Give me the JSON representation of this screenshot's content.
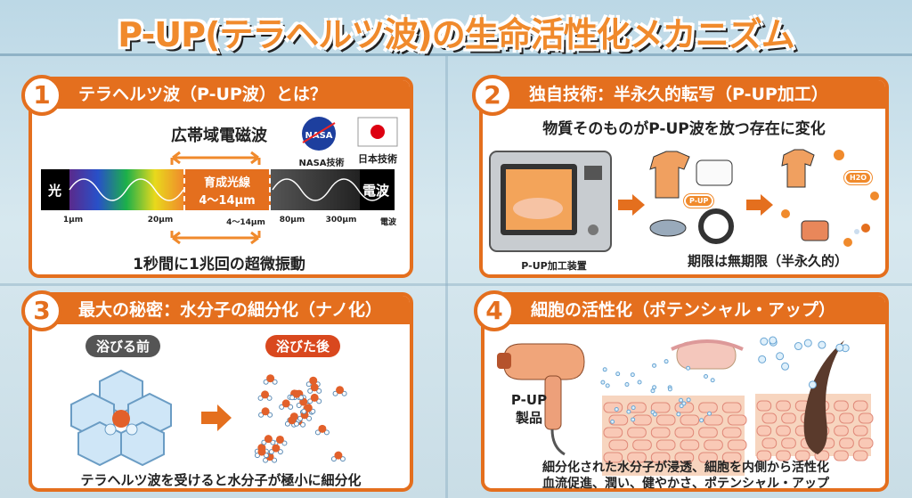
{
  "title": "P-UP(テラヘルツ波)の生命活性化メカニズム",
  "panels": [
    {
      "number": "1",
      "heading": "テラヘルツ波（P-UP波）とは？",
      "band_title": "広帯域電磁波",
      "logos": {
        "nasa": "NASA",
        "nasa_label": "NASA技術",
        "japan_label": "日本技術"
      },
      "spectrum": {
        "left": "光",
        "right": "電波",
        "center_title": "育成光線",
        "center_range": "4〜14μm",
        "ticks": [
          "1μm",
          "20μm",
          "4〜14μm",
          "80μm",
          "300μm",
          "電波"
        ]
      },
      "caption": "1秒間に1兆回の超微振動"
    },
    {
      "number": "2",
      "heading": "独自技術：半永久的転写（P-UP加工）",
      "subtitle": "物質そのものがP-UP波を放つ存在に変化",
      "device_label": "P-UP加工装置",
      "caption": "期限は無期限（半永久的）",
      "wave_badges": [
        "P-UP",
        "H2O"
      ]
    },
    {
      "number": "3",
      "heading": "最大の秘密：水分子の細分化（ナノ化）",
      "before": "浴びる前",
      "after": "浴びた後",
      "caption": "テラヘルツ波を受けると水分子が極小に細分化"
    },
    {
      "number": "4",
      "heading": "細胞の活性化（ポテンシャル・アップ）",
      "product_label": [
        "P-UP",
        "製品"
      ],
      "caption_1": "細分化された水分子が浸透、細胞を内側から活性化",
      "caption_2": "血流促進、潤い、健やかさ、ポテンシャル・アップ"
    }
  ],
  "colors": {
    "accent": "#e46f1e",
    "before": "#555555",
    "after": "#d9481e"
  }
}
